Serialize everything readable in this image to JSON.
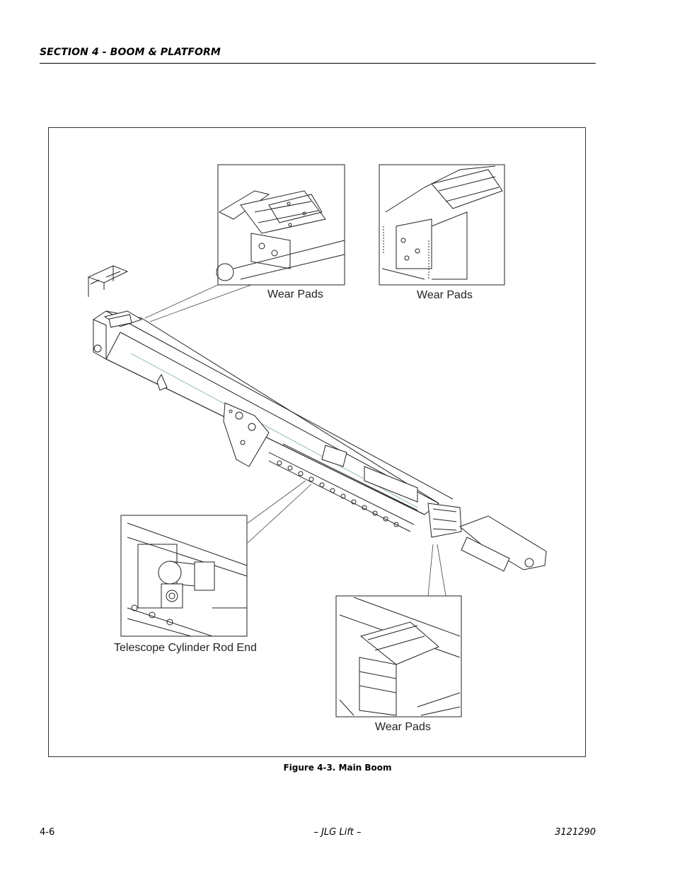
{
  "header": {
    "section_title": "SECTION 4 - BOOM & PLATFORM"
  },
  "figure": {
    "callouts": {
      "top_left_detail": "Wear Pads",
      "top_right_detail": "Wear Pads",
      "bottom_left_detail": "Telescope Cylinder Rod End",
      "bottom_right_detail": "Wear Pads"
    },
    "caption": "Figure 4-3.  Main Boom"
  },
  "footer": {
    "page_number": "4-6",
    "publisher": "– JLG Lift –",
    "document_number": "3121290"
  }
}
